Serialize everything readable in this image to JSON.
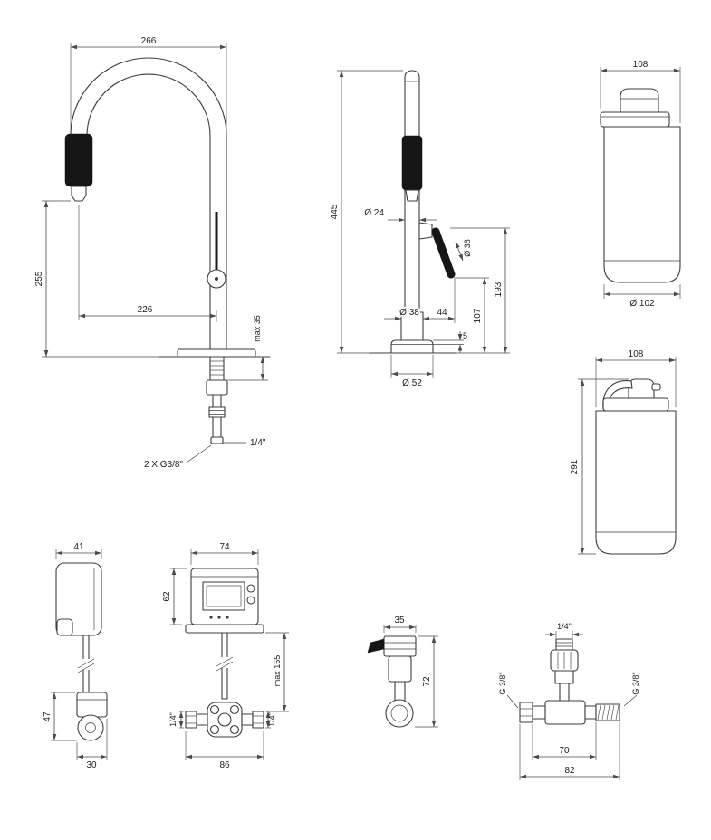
{
  "page": {
    "background": "#ffffff",
    "line_color": "#3c3c3c"
  },
  "figures": {
    "faucet_side": {
      "dim_spout_width": "266",
      "dim_height": "255",
      "dim_reach": "226",
      "dim_deck_max": "max 35",
      "dim_hose": "1/4\"",
      "dim_supply": "2 X G3/8\""
    },
    "faucet_front": {
      "dim_total_height": "445",
      "dim_spout_dia": "Ø 24",
      "dim_handle_dia": "Ø 38",
      "dim_handle_height": "193",
      "dim_body_height": "107",
      "dim_handle_len": "44",
      "dim_body_dia": "Ø 38",
      "dim_plate_step": "5",
      "dim_plate_dia": "Ø 52"
    },
    "cartridge_top": {
      "dim_width": "108",
      "dim_dia": "Ø 102"
    },
    "cartridge_bottom": {
      "dim_width": "108",
      "dim_height": "291"
    },
    "side_unit": {
      "dim_width": "41",
      "dim_lower_height": "47",
      "dim_depth": "30"
    },
    "control_unit": {
      "dim_width": "74",
      "dim_height": "62",
      "dim_hose_len": "max 155",
      "dim_port_left": "1/4\"",
      "dim_port_right": "1/4\"",
      "dim_manifold_width": "86"
    },
    "inline_valve": {
      "dim_width": "35",
      "dim_height": "72"
    },
    "tee_valve": {
      "dim_top_port": "1/4\"",
      "dim_thread_left": "G 3/8\"",
      "dim_thread_right": "G 3/8\"",
      "dim_span_inner": "70",
      "dim_span_outer": "82"
    }
  }
}
